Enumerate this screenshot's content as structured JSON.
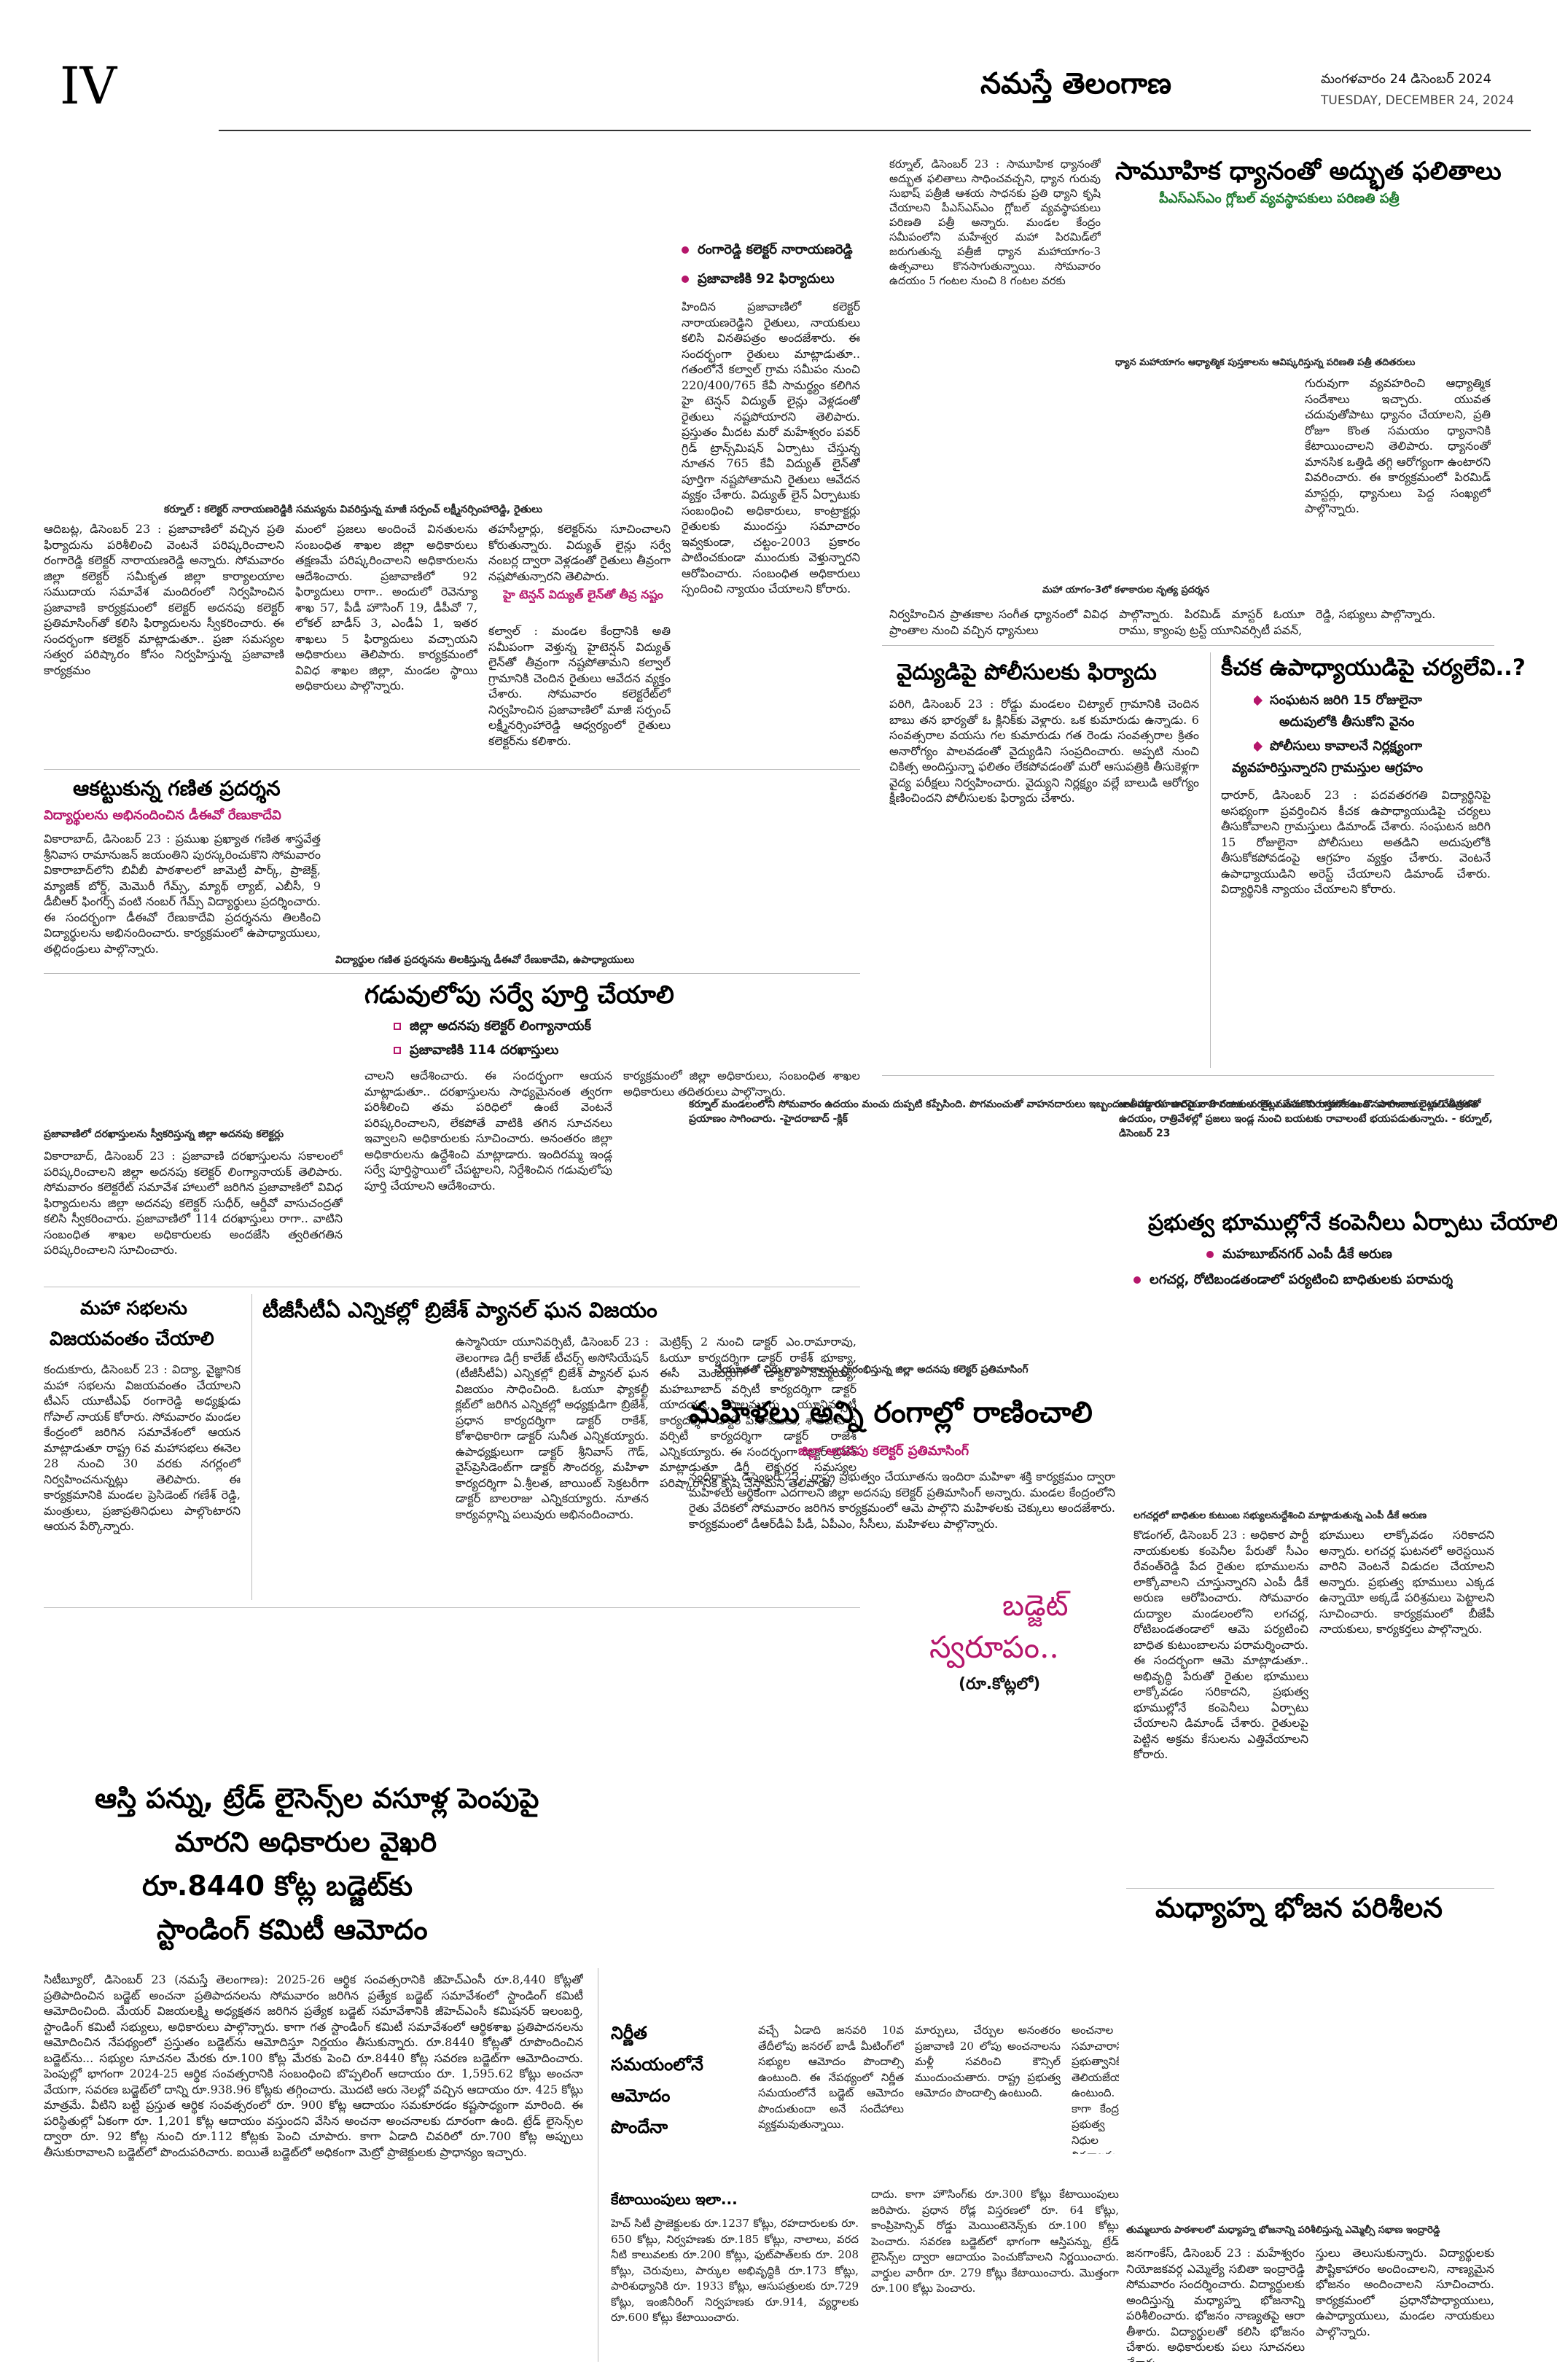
{
  "header": {
    "page_no": "IV",
    "masthead": "నమస్తే తెలంగాణ",
    "date_te": "మంగళవారం 24 డిసెంబర్ 2024",
    "date_en": "TUESDAY, DECEMBER 24, 2024"
  },
  "a1": {
    "caption": "కర్నూల్ : కలెక్టర్ నారాయణరెడ్డికి సమస్యను వివరిస్తున్న మాజీ సర్పంచ్ లక్ష్మీనర్సింహారెడ్డి, రైతులు",
    "bullet1": "రంగారెడ్డి కలెక్టర్ నారాయణరెడ్డి",
    "bullet2": "ప్రజావాణికి 92 ఫిర్యాదులు",
    "body_left": "ఆదిబట్ల, డిసెంబర్ 23 : ప్రజావాణిలో వచ్చిన ప్రతి ఫిర్యాదును పరిశీలించి వెంటనే పరిష్కరించాలని రంగారెడ్డి కలెక్టర్ నారాయణరెడ్డి అన్నారు. సోమవారం జిల్లా కలెక్టర్ సమీకృత జిల్లా కార్యాలయాల సముదాయ సమావేశ మందిరంలో నిర్వహించిన ప్రజావాణి కార్యక్రమంలో కలెక్టర్ అదనపు కలెక్టర్ ప్రతిమాసింగ్‌తో కలిసి ఫిర్యాదులను స్వీకరించారు. ఈ సందర్భంగా కలెక్టర్ మాట్లాడుతూ.. ప్రజా సమస్యల సత్వర పరిష్కారం కోసం నిర్వహిస్తున్న ప్రజావాణి కార్యక్రమం",
    "body_mid": "మంలో ప్రజలు అందించే వినతులను సంబంధిత శాఖల జిల్లా అధికారులు తక్షణమే పరిష్కరించాలని అధికారులను ఆదేశించారు. ప్రజావాణిలో 92 ఫిర్యాదులు రాగా.. అందులో రెవెన్యూ శాఖ 57, పీడీ హౌసింగ్ 19, డీపీవో 7, లోకల్ బాడీస్ 3, ఎండీఏ 1, ఇతర శాఖలు 5 ఫిర్యాదులు వచ్చాయని అధికారులు తెలిపారు. కార్యక్రమంలో వివిధ శాఖల జిల్లా, మండల స్థాయి అధికారులు పాల్గొన్నారు.",
    "body_right": "తహసీల్దార్లు, కలెక్టర్‌ను సూచించాలని కోరుతున్నారు. విద్యుత్ లైన్లు సర్వే నంబర్ల ద్వారా వెళ్లడంతో రైతులు తీవ్రంగా నష్టపోతున్నారని తెలిపారు.",
    "body_far": "హిందిన ప్రజావాణిలో కలెక్టర్ నారాయణరెడ్డిని రైతులు, నాయకులు కలిసి వినతిపత్రం అందజేశారు. ఈ సందర్భంగా రైతులు మాట్లాడుతూ.. గతంలోనే కల్వాల్ గ్రామ సమీపం నుంచి 220/400/765 కేవీ సామర్థ్యం కలిగిన హై టెన్షన్ విద్యుత్ లైన్లు వెళ్లడంతో రైతులు నష్టపోయారని తెలిపారు. ప్రస్తుతం మీదట మరో మహేశ్వరం పవర్ గ్రిడ్ ట్రాన్స్‌మిషన్ ఏర్పాటు చేస్తున్న నూతన 765 కేవీ విద్యుత్ లైన్‌తో పూర్తిగా నష్టపోతామని రైతులు ఆవేదన వ్యక్తం చేశారు. విద్యుత్ లైన్ ఏర్పాటుకు సంబంధించి అధికారులు, కాంట్రాక్టర్లు రైతులకు ముందస్తు సమాచారం ఇవ్వకుండా, చట్టం-2003 ప్రకారం పాటించకుండా ముందుకు వెళ్తున్నారని ఆరోపించారు. సంబంధిత అధికారులు స్పందించి న్యాయం చేయాలని కోరారు.",
    "sub_hd": "హై టెన్షన్ విద్యుత్ లైన్‌తో తీవ్ర నష్టం",
    "body_sub": "కల్వాల్ : మండల కేంద్రానికి అతి సమీపంగా వెళ్తున్న హైటెన్షన్ విద్యుత్ లైన్‌తో తీవ్రంగా నష్టపోతామని కల్వాల్ గ్రామానికి చెందిన రైతులు ఆవేదన వ్యక్తం చేశారు. సోమవారం కలెక్టరేట్‌లో నిర్వహించిన ప్రజావాణిలో మాజీ సర్పంచ్ లక్ష్మీనర్సింహారెడ్డి ఆధ్వర్యంలో రైతులు కలెక్టర్‌ను కలిశారు."
  },
  "a2": {
    "headline": "ఆకట్టుకున్న గణిత ప్రదర్శన",
    "subhead": "విద్యార్థులను అభినందించిన డీఈవో రేణుకాదేవి",
    "body": "వికారాబాద్, డిసెంబర్ 23 : ప్రముఖ ప్రఖ్యాత గణిత శాస్త్రవేత్త శ్రీనివాస రామానుజన్ జయంతిని పురస్కరించుకొని సోమవారం వికారాబాద్‌లోని బివీబీ పాఠశాలలో జామెట్రీ పార్క్, ప్రాజెక్ట్, మ్యాజిక్ బోర్డ్, మెమొరీ గేమ్స్, మ్యాథ్ ల్యాబ్, ఎబీసీ, 9 డీబీఆర్ ఫింగర్స్ వంటి నంబర్ గేమ్స్ విద్యార్థులు ప్రదర్శించారు. ఈ సందర్భంగా డీఈవో రేణుకాదేవి ప్రదర్శనను తిలకించి విద్యార్థులను అభినందించారు. కార్యక్రమంలో ఉపాధ్యాయులు, తల్లిదండ్రులు పాల్గొన్నారు.",
    "caption": "విద్యార్థుల గణిత ప్రదర్శనను తిలకిస్తున్న డీఈవో రేణుకాదేవి, ఉపాధ్యాయులు"
  },
  "a3": {
    "headline": "గడువులోపు సర్వే పూర్తి చేయాలి",
    "bullet1": "జిల్లా అదనపు కలెక్టర్ లింగ్యానాయక్",
    "bullet2": "ప్రజావాణికి 114 దరఖాస్తులు",
    "caption": "ప్రజావాణిలో దరఖాస్తులను స్వీకరిస్తున్న జిల్లా అదనపు కలెక్టర్లు",
    "body1": "వికారాబాద్, డిసెంబర్ 23 : ప్రజావాణి దరఖాస్తులను సకాలంలో పరిష్కరించాలని జిల్లా అదనపు కలెక్టర్ లింగ్యానాయక్ తెలిపారు. సోమవారం కలెక్టరేట్ సమావేశ హాలులో జరిగిన ప్రజావాణిలో వివిధ ఫిర్యాదులను జిల్లా అదనపు కలెక్టర్ సుధీర్, ఆర్డీవో వాసుచంద్రతో కలిసి స్వీకరించారు. ప్రజావాణిలో 114 దరఖాస్తులు రాగా.. వాటిని సంబంధిత శాఖల అధికారులకు అందజేసి త్వరితగతిన పరిష్కరించాలని సూచించారు.",
    "body2": "చాలని ఆదేశించారు. ఈ సందర్భంగా ఆయన మాట్లాడుతూ.. దరఖాస్తులను సాధ్యమైనంత త్వరగా పరిశీలించి తమ పరిధిలో ఉంటే వెంటనే పరిష్కరించాలని, లేకపోతే వాటికి తగిన సూచనలు ఇవ్వాలని అధికారులకు సూచించారు. అనంతరం జిల్లా అధికారులను ఉద్దేశించి మాట్లాడారు. ఇందిరమ్మ ఇండ్ల సర్వే పూర్తిస్థాయిలో చేపట్టాలని, నిర్దేశించిన గడువులోపు పూర్తి చేయాలని ఆదేశించారు.",
    "body3": "కార్యక్రమంలో జిల్లా అధికారులు, సంబంధిత శాఖల అధికారులు తదితరులు పాల్గొన్నారు."
  },
  "a4": {
    "headline": "మహా సభలను",
    "headline2": "విజయవంతం చేయాలి",
    "body": "కందుకూరు, డిసెంబర్ 23 : విద్యా, వైజ్ఞానిక మహా సభలను విజయవంతం చేయాలని టీఎస్ యూటీఎఫ్ రంగారెడ్డి అధ్యక్షుడు గోపాల్ నాయక్ కోరారు. సోమవారం మండల కేంద్రంలో జరిగిన సమావేశంలో ఆయన మాట్లాడుతూ రాష్ట్ర 6వ మహాసభలు ఈనెల 28 నుంచి 30 వరకు నగర్లంలో నిర్వహించనున్నట్లు తెలిపారు. ఈ కార్యక్రమానికి మండల ప్రెసిడెంట్ గణేశ్ రెడ్డి, మంత్రులు, ప్రజాప్రతినిధులు పాల్గొంటారని ఆయన పేర్కొన్నారు."
  },
  "a5": {
    "headline": "టీజీసీటీఏ ఎన్నికల్లో బ్రిజేశ్ ప్యానల్ ఘన విజయం",
    "body": "ఉస్మానియా యూనివర్సిటీ, డిసెంబర్ 23 : తెలంగాణ డిగ్రీ కాలేజ్ టీచర్స్ అసోసియేషన్ (టీజీసీటీఏ) ఎన్నికల్లో బ్రిజేశ్ ప్యానల్ ఘన విజయం సాధించింది. ఓయూ ఫ్యాకల్టీ క్లబ్‌లో జరిగిన ఎన్నికల్లో అధ్యక్షుడిగా బ్రిజేశ్, ప్రధాన కార్యదర్శిగా డాక్టర్ రాకేశ్, కోశాధికారిగా డాక్టర్ సునీత ఎన్నికయ్యారు. ఉపాధ్యక్షులుగా డాక్టర్ శ్రీనివాస్ గౌడ్, వైస్‌ప్రెసిడెంట్‌గా డాక్టర్ సౌందర్య, మహిళా కార్యదర్శిగా ఏ.శ్రీలత, జాయింట్ సెక్రటరీగా డాక్టర్ బాలరాజు ఎన్నికయ్యారు. నూతన కార్యవర్గాన్ని పలువురు అభినందించారు.",
    "body2": "మెట్రిక్స్ 2 నుంచి డాక్టర్ ఎం.రామారావు, ఓయూ కార్యదర్శిగా డాక్టర్ రాకేశ్ భూక్యా, ఈసీ మెంబర్లుగా డాక్టర్ సమ్మయ్య, మహబూబాద్ వర్సిటీ కార్యదర్శిగా డాక్టర్ యాదయ్య, పాలమూరు యూనివర్సిటీ కార్యదర్శిగా డాక్టర్ పి.రాములు, శాతవాహన వర్సిటీ కార్యదర్శిగా డాక్టర్ రాజేశ్ ఎన్నికయ్యారు. ఈ సందర్భంగా డాక్టర్ బ్రిజేశ్ మాట్లాడుతూ డిగ్రీ లెక్చరర్ల సమస్యల పరిష్కారానికి కృషి చేస్తామని తెలిపారు."
  },
  "a6": {
    "headline": "ఆస్తి పన్ను, ట్రేడ్ లైసెన్స్‌ల వసూళ్ల పెంపుపై",
    "headline2": "మారని అధికారుల వైఖరి",
    "headline3": "రూ.8440 కోట్ల బడ్జెట్‌కు",
    "headline4": "స్టాండింగ్ కమిటీ ఆమోదం",
    "body": "సిటీబ్యూరో, డిసెంబర్ 23 (నమస్తే తెలంగాణ): 2025-26 ఆర్థిక సంవత్సరానికి జీహెచ్ఎంసీ రూ.8,440 కోట్లతో ప్రతిపాదించిన బడ్జెట్ అంచనా ప్రతిపాదనలను సోమవారం జరిగిన ప్రత్యేక బడ్జెట్ సమావేశంలో స్టాండింగ్ కమిటీ ఆమోదించింది. మేయర్ విజయలక్ష్మి అధ్యక్షతన జరిగిన ప్రత్యేక బడ్జెట్ సమావేశానికి జీహెచ్ఎంసీ కమిషనర్ ఇలంబర్తి, స్టాండింగ్ కమిటీ సభ్యులు, అధికారులు పాల్గొన్నారు. కాగా గత స్టాండింగ్ కమిటీ సమావేశంలో ఆర్థికశాఖ ప్రతిపాదనలను ఆమోదించిన నేపథ్యంలో ప్రస్తుతం బడ్జెట్‌ను ఆమోదిస్తూ నిర్ణయం తీసుకున్నారు. రూ.8440 కోట్లతో రూపొందించిన బడ్జెట్‌ను... సభ్యుల సూచనల మేరకు రూ.100 కోట్ల మేరకు పెంచి రూ.8440 కోట్ల సవరణ బడ్జెట్‌గా ఆమోదించారు. పెంపుల్లో భాగంగా 2024-25 ఆర్థిక సంవత్సరానికి సంబంధించి బొప్పలింగ్ ఆదాయం రూ. 1,595.62 కోట్లు అంచనా వేయగా, సవరణ బడ్జెట్‌లో దాన్ని రూ.938.96 కోట్లకు తగ్గించారు. మొదటి ఆరు నెలల్లో వచ్చిన ఆదాయం రూ. 425 కోట్లు మాత్రమే. వీటిని బట్టి ప్రస్తుత ఆర్థిక సంవత్సరంలో రూ. 900 కోట్ల ఆదాయం సమకూరడం కష్టసాధ్యంగా మారింది. ఈ పరిస్థితుల్లో ఏకంగా రూ. 1,201 కోట్ల ఆదాయం వస్తుందని వేసిన అంచనా అంచనాలకు దూరంగా ఉంది. ట్రేడ్ లైసెన్స్‌ల ద్వారా రూ. 92 కోట్ల నుంచి రూ.112 కోట్లకు పెంచి చూపారు. కాగా ఏడాది చివరిలో రూ.700 కోట్ల అప్పులు తీసుకురావాలని బడ్జెట్‌లో పొందుపరిచారు. ఐయితే బడ్జెట్‌లో అధికంగా మెట్రో ప్రాజెక్టులకు ప్రాధాన్యం ఇచ్చారు."
  },
  "a7": {
    "caption": "కర్నూల్ మండలంలోని సోమవారం ఉదయం మంచు దుప్పటి కప్పేసింది. పొగమంచుతో వాహనదారులు ఇబ్బందులు పడ్డారు. ఉదయం 9 గంటల వరకు మంచు కురుస్తూనే ఉంది. వాహనాల లైట్లు వేసుకుని ప్రయాణం సాగించారు. -హైదరాబాద్ -క్లిక్",
    "headline": "మహిళలు అన్ని రంగాల్లో రాణించాలి",
    "subhead": "జిల్లా అదనపు కలెక్టర్ ప్రతిమాసింగ్",
    "cap_top": "చేయూతతో చిరు వ్యాపారాలను ప్రారంభిస్తున్న జిల్లా అదనపు కలెక్టర్ ప్రతిమాసింగ్",
    "body": "నందిగామ, డిసెంబర్ 23 : రాష్ట్ర ప్రభుత్వం చేయూతను ఇందిరా మహిళా శక్తి కార్యక్రమం ద్వారా మహిళలు ఆర్థికంగా ఎదగాలని జిల్లా అదనపు కలెక్టర్ ప్రతిమాసింగ్ అన్నారు. మండల కేంద్రంలోని రైతు వేదికలో సోమవారం జరిగిన కార్యక్రమంలో ఆమె పాల్గొని మహిళలకు చెక్కులు అందజేశారు. కార్యక్రమంలో డీఆర్‌డీఏ పీడీ, ఏపీఎం, సీసీలు, మహిళలు పాల్గొన్నారు."
  },
  "a8": {
    "box_line1": "బడ్జెట్",
    "box_line2": "స్వరూపం..",
    "box_line3": "(రూ.కోట్లలో)"
  },
  "a9": {
    "headline": "సామూహిక ధ్యానంతో అద్భుత ఫలితాలు",
    "subhead": "పీఎస్ఎస్ఎం గ్లోబల్ వ్యవస్థాపకులు పరిణతి పత్రీ",
    "cap": "ధ్యాన మహాయాగం ఆధ్యాత్మిక పుస్తకాలను ఆవిష్కరిస్తున్న పరిణతి పత్రీ తదితరులు",
    "body_top": "కర్నూల్, డిసెంబర్ 23 : సామూహిక ధ్యానంతో అద్భుత ఫలితాలు సాధించవచ్చని, ధ్యాన గురువు సుభాష్ పత్రీజీ ఆశయ సాధనకు ప్రతి ధ్యాని కృషి చేయాలని పీఎస్ఎస్ఎం గ్లోబల్ వ్యవస్థాపకులు పరిణతి పత్రీ అన్నారు. మండల కేంద్రం సమీపంలోని మహేశ్వర మహా పిరమిడ్‌లో జరుగుతున్న పత్రీజీ ధ్యాన మహాయాగం-3 ఉత్సవాలు కొనసాగుతున్నాయి. సోమవారం ఉదయం 5 గంటల నుంచి 8 గంటల వరకు",
    "body_right": "గురువుగా వ్యవహరించి ఆధ్యాత్మిక సందేశాలు ఇచ్చారు. యువత చదువుతోపాటు ధ్యానం చేయాలని, ప్రతి రోజూ కొంత సమయం ధ్యానానికి కేటాయించాలని తెలిపారు. ధ్యానంతో మానసిక ఒత్తిడి తగ్గి ఆరోగ్యంగా ఉంటారని వివరించారు. ఈ కార్యక్రమంలో పిరమిడ్ మాస్టర్లు, ధ్యానులు పెద్ద సంఖ్యలో పాల్గొన్నారు.",
    "cap2": "మహా యాగం-3లో కళాకారుల నృత్య ప్రదర్శన",
    "body_b1": "నిర్వహించిన ప్రాతఃకాల సంగీత ధ్యానంలో వివిధ ప్రాంతాల నుంచి వచ్చిన ధ్యానులు",
    "body_b2": "పాల్గొన్నారు. పిరమిడ్ మాస్టర్ ఓయూ రాము, క్యాంపు ట్రస్ట్ యూనివర్సిటీ పవన్,",
    "body_b3": "రెడ్డి, సభ్యులు పాల్గొన్నారు."
  },
  "a10": {
    "headline": "వైద్యుడిపై పోలీసులకు ఫిర్యాదు",
    "body": "పరిగి, డిసెంబర్ 23 : రోడ్డు మండలం చిట్యాల్ గ్రామానికి చెందిన బాబు తన భార్యతో ఓ క్లినిక్‌కు వెళ్లారు. ఒక కుమారుడు ఉన్నాడు. 6 సంవత్సరాల వయసు గల కుమారుడు గత రెండు సంవత్సరాల క్రితం అనారోగ్యం పాలవడంతో వైద్యుడిని సంప్రదించారు. అప్పటి నుంచి చికిత్స అందిస్తున్నా ఫలితం లేకపోవడంతో మరో ఆసుపత్రికి తీసుకెళ్లగా వైద్య పరీక్షలు నిర్వహించారు. వైద్యుని నిర్లక్ష్యం వల్లే బాలుడి ఆరోగ్యం క్షీణించిందని పోలీసులకు ఫిర్యాదు చేశారు."
  },
  "a11": {
    "headline": "కీచక ఉపాధ్యాయుడిపై చర్యలేవి..?",
    "b1": "సంఘటన జరిగి 15 రోజులైనా",
    "b1b": "అదుపులోకి తీసుకోని వైనం",
    "b2": "పోలీసులు కావాలనే నిర్లక్ష్యంగా",
    "b2b": "వ్యవహరిస్తున్నారని గ్రామస్తుల ఆగ్రహం",
    "body": "ధారూర్, డిసెంబర్ 23 : పదవతరగతి విద్యార్థినిపై అసభ్యంగా ప్రవర్తించిన కీచక ఉపాధ్యాయుడిపై చర్యలు తీసుకోవాలని గ్రామస్తులు డిమాండ్ చేశారు. సంఘటన జరిగి 15 రోజులైనా పోలీసులు అతడిని అదుపులోకి తీసుకోకపోవడంపై ఆగ్రహం వ్యక్తం చేశారు. వెంటనే ఉపాధ్యాయుడిని అరెస్ట్ చేయాలని డిమాండ్ చేశారు. విద్యార్థినికి న్యాయం చేయాలని కోరారు."
  },
  "a12": {
    "caption": "జాతీయ రహదారిపై వాహనదారులు లైట్లు వేసుకొని రాకపోకలు కొనసాగించారు. చలి తీవ్రతతో ఉదయం, రాత్రివేళల్లో ప్రజలు ఇండ్ల నుంచి బయటకు రావాలంటే భయపడుతున్నారు. - కర్నూల్, డిసెంబర్ 23",
    "headline": "ప్రభుత్వ భూముల్లోనే కంపెనీలు ఏర్పాటు చేయాలి",
    "bullet1": "మహబూబ్‌నగర్ ఎంపీ డీకే అరుణ",
    "bullet2": "లగచర్ల, రోటిబండతండాలో పర్యటించి బాధితులకు పరామర్శ",
    "cap": "లగచర్లలో బాధితుల కుటుంబ సభ్యులనుద్దేశించి మాట్లాడుతున్న ఎంపీ డీకే అరుణ",
    "body1": "కొడంగల్, డిసెంబర్ 23 : అధికార పార్టీ నాయకులకు కంపెనీల పేరుతో సీఎం రేవంత్‌రెడ్డి పేద రైతుల భూములను లాక్కోవాలని చూస్తున్నారని ఎంపీ డీకే అరుణ ఆరోపించారు. సోమవారం దుద్యాల మండలంలోని లగచర్ల, రోటిబండతండాలో ఆమె పర్యటించి బాధిత కుటుంబాలను పరామర్శించారు. ఈ సందర్భంగా ఆమె మాట్లాడుతూ.. అభివృద్ధి పేరుతో రైతుల భూములు లాక్కోవడం సరికాదని, ప్రభుత్వ భూముల్లోనే కంపెనీలు ఏర్పాటు చేయాలని డిమాండ్ చేశారు. రైతులపై పెట్టిన అక్రమ కేసులను ఎత్తివేయాలని కోరారు.",
    "body2": "భూములు లాక్కోవడం సరికాదని అన్నారు. లగచర్ల ఘటనలో అరెస్టయిన వారిని వెంటనే విడుదల చేయాలని అన్నారు. ప్రభుత్వ భూములు ఎక్కడ ఉన్నాయో అక్కడే పరిశ్రమలు పెట్టాలని సూచించారు. కార్యక్రమంలో బీజేపీ నాయకులు, కార్యకర్తలు పాల్గొన్నారు."
  },
  "a13": {
    "headline": "మధ్యాహ్న భోజన పరిశీలన",
    "caption": "తుమ్మలూరు పాఠశాలలో మధ్యాహ్న భోజనాన్ని పరిశీలిస్తున్న ఎమ్మెల్సీ సభాణ ఇంద్రారెడ్డి",
    "body": "జనగాంకేస్, డిసెంబర్ 23 : మహేశ్వరం నియోజకవర్గ ఎమ్మెల్యే సబితా ఇంద్రారెడ్డి సోమవారం సందర్శించారు. విద్యార్థులకు అందిస్తున్న మధ్యాహ్న భోజనాన్ని పరిశీలించారు. భోజనం నాణ్యతపై ఆరా తీశారు. విద్యార్థులతో కలిసి భోజనం చేశారు. అధికారులకు పలు సూచనలు చేశారు.",
    "body2": "స్తులు తెలుసుకున్నారు. విద్యార్థులకు పౌష్టికాహారం అందించాలని, నాణ్యమైన భోజనం అందించాలని సూచించారు. కార్యక్రమంలో ప్రధానోపాధ్యాయులు, ఉపాధ్యాయులు, మండల నాయకులు పాల్గొన్నారు."
  },
  "a14": {
    "left1": "నిర్ణీత",
    "left2": "సమయంలోనే",
    "left3": "ఆమోదం",
    "left4": "పొందేనా",
    "body1": "వచ్చే ఏడాది జనవరి 10వ తేదీలోపు జనరల్ బాడీ మీటింగ్‌లో సభ్యుల ఆమోదం పొందాల్సి ఉంటుంది. ఈ నేపథ్యంలో నిర్ణీత సమయంలోనే బడ్జెట్ ఆమోదం పొందుతుందా అనే సందేహాలు వ్యక్తమవుతున్నాయి.",
    "body2": "మార్పులు, చేర్పుల అనంతరం ప్రజావాణి 20 లోపు అంచనాలను మళ్లీ సవరించి కౌన్సిల్ ముందుంచుతారు. రాష్ట్ర ప్రభుత్వ ఆమోదం పొందాల్సి ఉంటుంది.",
    "body3": "అంచనాల సమాచారాన్ని ప్రభుత్వానికి తెలియజేయాల్సి ఉంటుంది. కాగా కేంద్ర ప్రభుత్వ నిధుల వివరాలను కూడా పొందుపరిచారు.",
    "kets": "కేటాయింపులు ఇలా...",
    "alloc1": "హెచ్‌ సిటీ ప్రాజెక్టులకు రూ.1237 కోట్లు, రహదారులకు రూ. 650 కోట్లు, నిర్వహణకు రూ.185 కోట్లు, నాలాలు, వరద నీటి కాలువలకు రూ.200 కోట్లు, ఫుట్‌పాత్‌లకు రూ. 208 కోట్లు, చెరువులు, పార్కుల అభివృద్ధికి రూ.173 కోట్లు, పారిశుధ్యానికి రూ. 1933 కోట్లు, ఆసుపత్రులకు రూ.729 కోట్లు, ఇంజినీరింగ్ నిర్వహణకు రూ.914, వ్యర్థాలకు రూ.600 కోట్లు కేటాయించారు.",
    "alloc2": "దాదు. కాగా హౌసింగ్‌కు రూ.300 కోట్లు కేటాయింపులు జరిపారు. ప్రధాన రోడ్ల విస్తరణలో రూ. 64 కోట్లు, కాంప్రిహెన్సివ్ రోడ్డు మెయింటెనెన్స్‌కు రూ.100 కోట్లు పెంచారు. సవరణ బడ్జెట్‌లో భాగంగా ఆస్తిపన్ను, ట్రేడ్ లైసెన్స్‌ల ద్వారా ఆదాయం పెంచుకోవాలని నిర్ణయించారు. వార్డుల వారీగా రూ. 279 కోట్లు కేటాయించారు. మొత్తంగా రూ.100 కోట్లు పెంచారు."
  }
}
